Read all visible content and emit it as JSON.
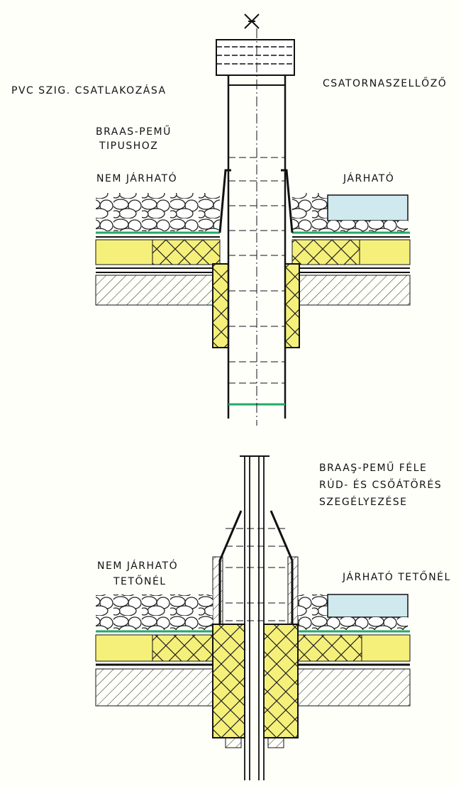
{
  "top": {
    "title_left": "PVC SZIG. CSATLAKOZÁSA",
    "title_right": "CSATORNASZELLŐZŐ",
    "type_line1": "BRAAS-PEMŰ",
    "type_line2": "TIPUSHOZ",
    "left_roof": "NEM JÁRHATÓ",
    "right_roof": "JÁRHATÓ"
  },
  "bottom": {
    "title_line1": "BRAAŞ-PEMŰ FÉLE",
    "title_line2": "RÚD- ÉS CSŐÁTÖRÉS",
    "title_line3": "SZEGÉLYEZÉSE",
    "left_line1": "NEM JÁRHATÓ",
    "left_line2": "TETŐNÉL",
    "right_roof": "JÁRHATÓ TETŐNÉL"
  },
  "colors": {
    "insulation": "#f5f07a",
    "tile": "#cfe9ef",
    "line": "#111111",
    "paper": "#fffffa"
  }
}
